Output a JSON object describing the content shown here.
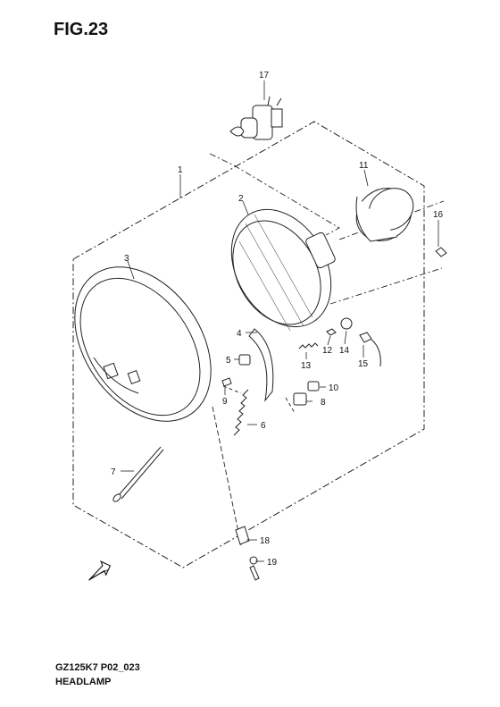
{
  "figure": {
    "title": "FIG.23",
    "model_code": "GZ125K7 P02_023",
    "name": "HEADLAMP"
  },
  "parts": [
    {
      "no": "1"
    },
    {
      "no": "2"
    },
    {
      "no": "3"
    },
    {
      "no": "4"
    },
    {
      "no": "5"
    },
    {
      "no": "6"
    },
    {
      "no": "7"
    },
    {
      "no": "8"
    },
    {
      "no": "9"
    },
    {
      "no": "10"
    },
    {
      "no": "11"
    },
    {
      "no": "12"
    },
    {
      "no": "13"
    },
    {
      "no": "14"
    },
    {
      "no": "15"
    },
    {
      "no": "16"
    },
    {
      "no": "17"
    },
    {
      "no": "18"
    },
    {
      "no": "19"
    }
  ],
  "front_arrow": {
    "icon": "front-direction-arrow-icon"
  }
}
